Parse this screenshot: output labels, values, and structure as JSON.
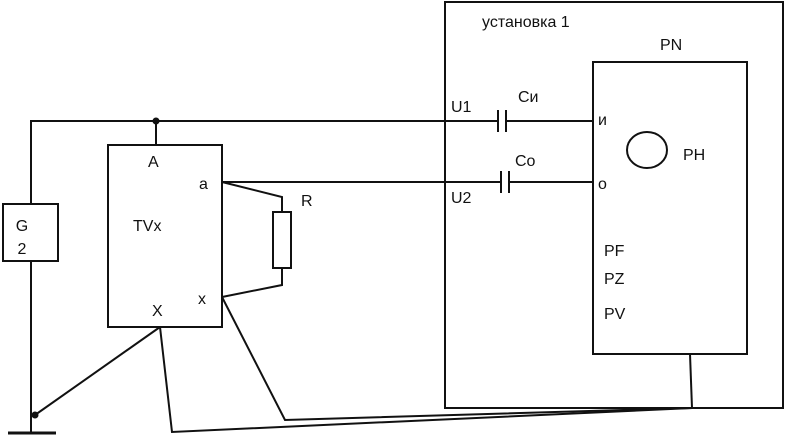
{
  "installation": {
    "label": "установка  1"
  },
  "pn": {
    "label": "PN",
    "input_in": "и",
    "input_o": "o",
    "indicator": "PH",
    "meters": [
      "PF",
      "PZ",
      "PV"
    ]
  },
  "terminals": {
    "u1": "U1",
    "u2": "U2"
  },
  "capacitors": {
    "ci": "Cи",
    "co": "Co"
  },
  "transformer": {
    "label": "TVx",
    "a_upper": "A",
    "a_lower": "a",
    "x_lower": "x",
    "x_upper": "X"
  },
  "resistor": {
    "label": "R"
  },
  "generator": {
    "line1": "G",
    "line2": "2"
  }
}
